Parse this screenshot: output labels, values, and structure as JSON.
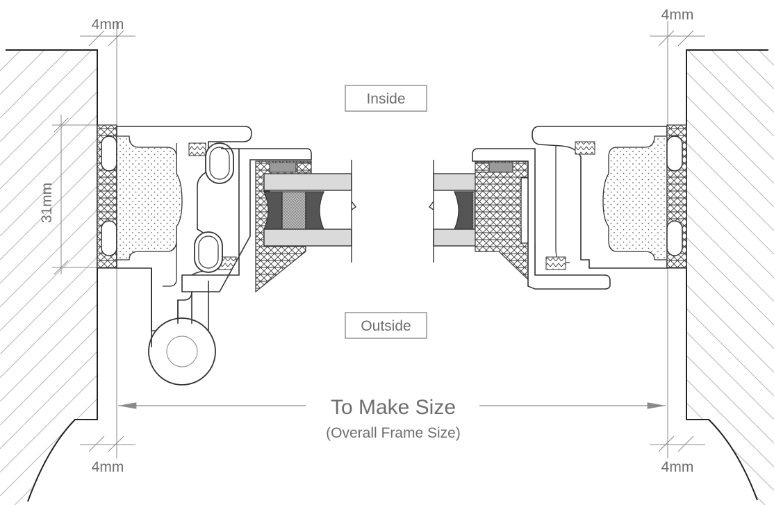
{
  "labels": {
    "inside": "Inside",
    "outside": "Outside",
    "to_make_size": "To Make Size",
    "overall_frame_size": "(Overall Frame Size)"
  },
  "dimensions": {
    "top_left_gap": "4mm",
    "top_right_gap": "4mm",
    "bottom_left_gap": "4mm",
    "bottom_right_gap": "4mm",
    "frame_depth": "31mm"
  },
  "colors": {
    "outline": "#333333",
    "dimension_line": "#8a8a8a",
    "glass": "#dadada",
    "dark_spacer": "#555555",
    "grey_block": "#9a9a9a"
  }
}
